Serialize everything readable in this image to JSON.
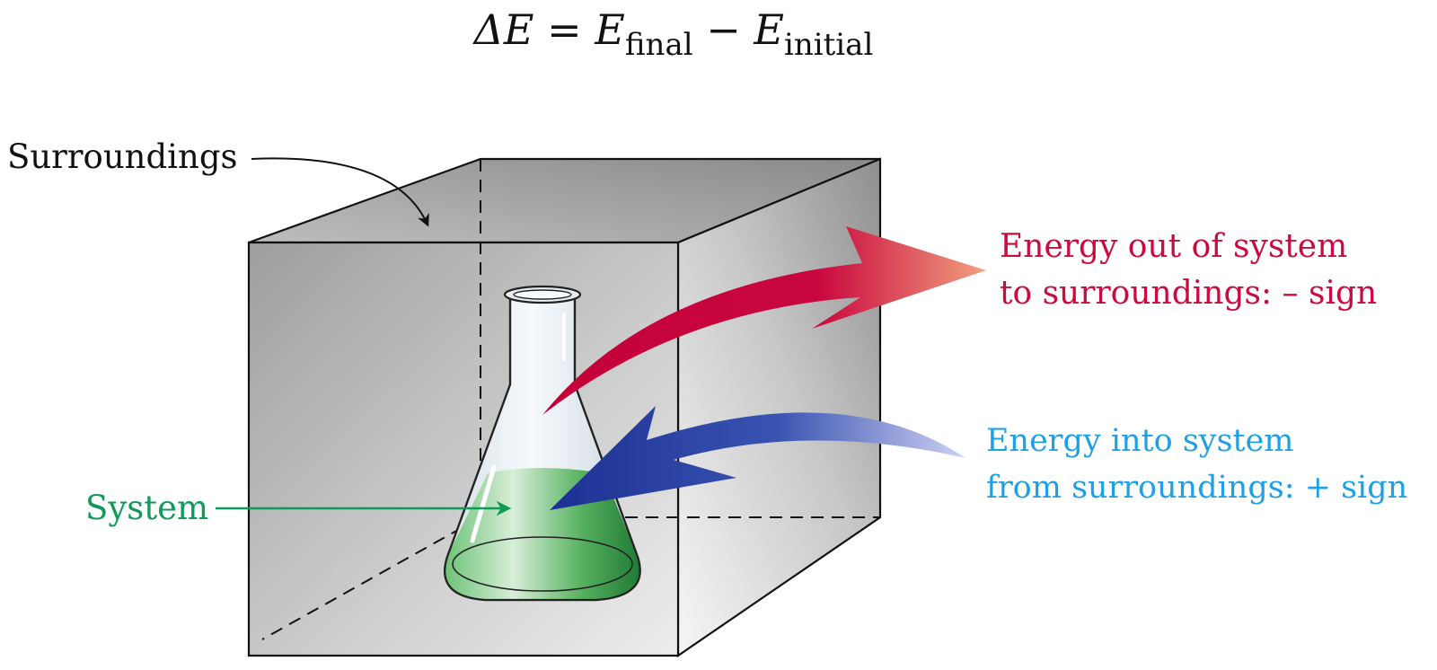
{
  "equation": {
    "lhs": "ΔE",
    "equals": "=",
    "term1_symbol": "E",
    "term1_subscript": "final",
    "minus": "−",
    "term2_symbol": "E",
    "term2_subscript": "initial"
  },
  "labels": {
    "surroundings": "Surroundings",
    "system": "System",
    "energy_out_line1": "Energy out of system",
    "energy_out_line2": "to surroundings: – sign",
    "energy_in_line1": "Energy into system",
    "energy_in_line2": "from surroundings: + sign"
  },
  "colors": {
    "text": "#111111",
    "system": "#0f9a5a",
    "energy_out": "#cc0a3e",
    "energy_in": "#1ea0e6",
    "arrow_out_dark": "#c4003a",
    "arrow_out_light": "#f3a884",
    "arrow_in_dark": "#1f3596",
    "arrow_in_light": "#c8ccf0",
    "liquid": "#3fa248"
  }
}
